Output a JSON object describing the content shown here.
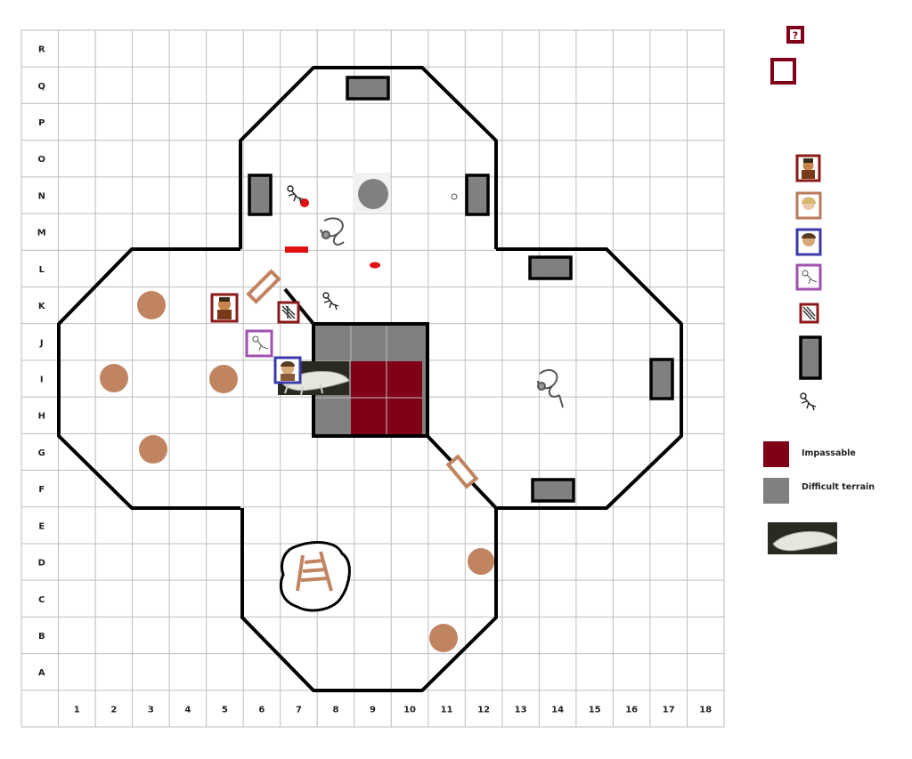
{
  "map": {
    "row_labels": [
      "R",
      "Q",
      "P",
      "O",
      "N",
      "M",
      "L",
      "K",
      "J",
      "I",
      "H",
      "G",
      "F",
      "E",
      "D",
      "C",
      "B",
      "A"
    ],
    "col_labels": [
      "1",
      "2",
      "3",
      "4",
      "5",
      "6",
      "7",
      "8",
      "9",
      "10",
      "11",
      "12",
      "13",
      "14",
      "15",
      "16",
      "17",
      "18"
    ]
  },
  "legend": {
    "question_box_label": "?",
    "impassable_label": "Impassable",
    "difficult_label": "Difficult terrain"
  },
  "colors": {
    "wall": "#000000",
    "impassable": "#800018",
    "difficult": "#808080",
    "pillar": "#c08560",
    "ladder": "#c08560",
    "grid": "#bdbdbd",
    "token_red": "#8b1a1a",
    "token_tan": "#b87a5a",
    "token_blue": "#3a3aa8",
    "token_purple": "#a050b0"
  },
  "tokens": [
    {
      "name": "token-red-bearded-man",
      "color": "token_red"
    },
    {
      "name": "token-tan-blonde-woman",
      "color": "token_tan"
    },
    {
      "name": "token-blue-woman",
      "color": "token_blue"
    },
    {
      "name": "token-purple-skeleton",
      "color": "token_purple"
    },
    {
      "name": "token-red-zebra-creature",
      "color": "token_red"
    }
  ]
}
